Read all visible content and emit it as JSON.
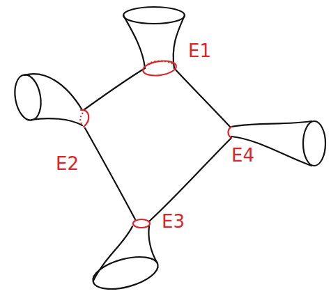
{
  "diagram": {
    "labels": [
      "E1",
      "E2",
      "E4",
      "E3"
    ]
  }
}
